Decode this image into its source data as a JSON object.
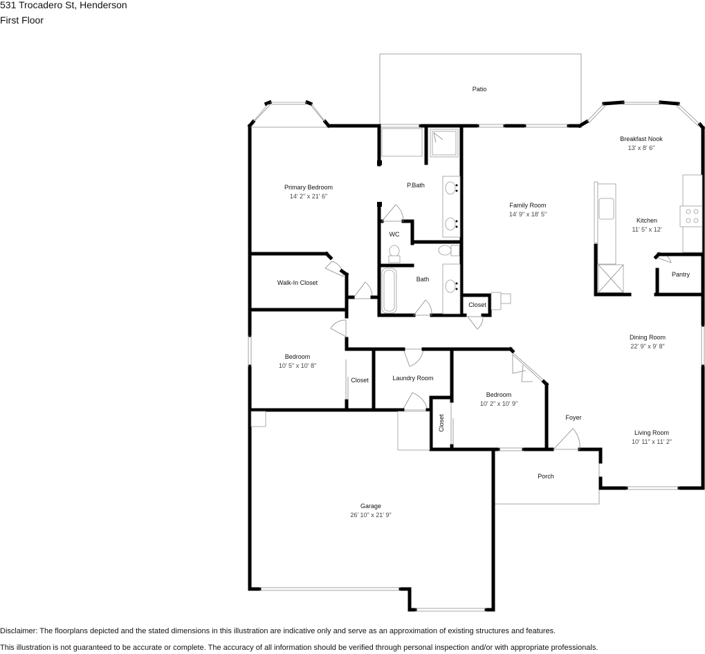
{
  "header": {
    "address": "531 Trocadero St, Henderson",
    "floor": "First Floor"
  },
  "rooms": {
    "patio": {
      "name": "Patio",
      "dims": ""
    },
    "primary_bedroom": {
      "name": "Primary Bedroom",
      "dims": "14' 2\" x 21' 6\""
    },
    "p_bath": {
      "name": "P.Bath",
      "dims": ""
    },
    "wc": {
      "name": "WC",
      "dims": ""
    },
    "bath": {
      "name": "Bath",
      "dims": ""
    },
    "walk_in_closet": {
      "name": "Walk-In Closet",
      "dims": ""
    },
    "hall_closet": {
      "name": "Closet",
      "dims": ""
    },
    "family_room": {
      "name": "Family Room",
      "dims": "14' 9\" x 18' 5\""
    },
    "breakfast_nook": {
      "name": "Breakfast Nook",
      "dims": "13' x 8' 6\""
    },
    "kitchen": {
      "name": "Kitchen",
      "dims": "11' 5\" x 12'"
    },
    "pantry": {
      "name": "Pantry",
      "dims": ""
    },
    "dining_room": {
      "name": "Dining Room",
      "dims": "22' 9\" x 9' 8\""
    },
    "bedroom_1": {
      "name": "Bedroom",
      "dims": "10' 5\" x 10' 8\""
    },
    "bedroom_1_closet": {
      "name": "Closet",
      "dims": ""
    },
    "laundry_room": {
      "name": "Laundry Room",
      "dims": ""
    },
    "bedroom_2": {
      "name": "Bedroom",
      "dims": "10' 2\" x 10' 9\""
    },
    "bedroom_2_closet": {
      "name": "Closet",
      "dims": ""
    },
    "foyer": {
      "name": "Foyer",
      "dims": ""
    },
    "living_room": {
      "name": "Living Room",
      "dims": "10' 11\" x 11' 2\""
    },
    "porch": {
      "name": "Porch",
      "dims": ""
    },
    "garage": {
      "name": "Garage",
      "dims": "26' 10\" x 21' 9\""
    }
  },
  "disclaimer": {
    "line1": "Disclaimer: The floorplans depicted and the stated dimensions in this illustration are indicative only and serve as an approximation of existing structures and features.",
    "line2": "This illustration is not guaranteed to be accurate or complete. The accuracy of all information should be verified through personal inspection and/or with appropriate professionals."
  }
}
